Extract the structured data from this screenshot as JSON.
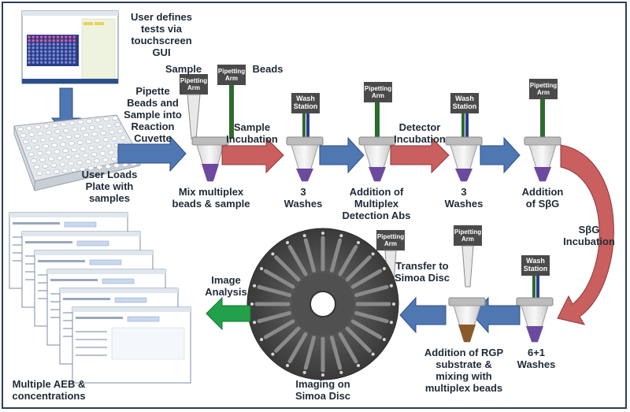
{
  "labels": {
    "user_defines": "User defines\ntests via\ntouchscreen\nGUI",
    "pipette_beads": "Pipette\nBeads and\nSample into\nReaction\nCuvette",
    "user_loads": "User Loads\nPlate with\nsamples",
    "sample": "Sample",
    "beads": "Beads",
    "sample_incubation": "Sample\nIncubation",
    "mix_multiplex": "Mix multiplex\nbeads & sample",
    "washes_3a": "3\nWashes",
    "addition_multiplex": "Addition of\nMultiplex\nDetection Abs",
    "detector_incubation": "Detector\nIncubation",
    "washes_3b": "3\nWashes",
    "addition_sbg": "Addition\nof SβG",
    "sbg_incubation": "SβG\nIncubation",
    "transfer_simoa": "Transfer to\nSimoa Disc",
    "image_analysis": "Image\nAnalysis",
    "imaging_simoa": "Imaging on\nSimoa Disc",
    "addition_rgp": "Addition of RGP\nsubstrate &\nmixing with\nmultiplex beads",
    "washes_6": "6+1\nWashes",
    "multiple_aeb": "Multiple AEB &\nconcentrations"
  },
  "devices": {
    "pipetting_arm": "Pipetting\nArm",
    "wash_station": "Wash\nStation"
  },
  "colors": {
    "blue_arrow": "#4f78b3",
    "red_arrow": "#c95f5f",
    "green_arrow": "#22a04a",
    "dark_gray": "#555555",
    "frame": "#2d3f56"
  }
}
